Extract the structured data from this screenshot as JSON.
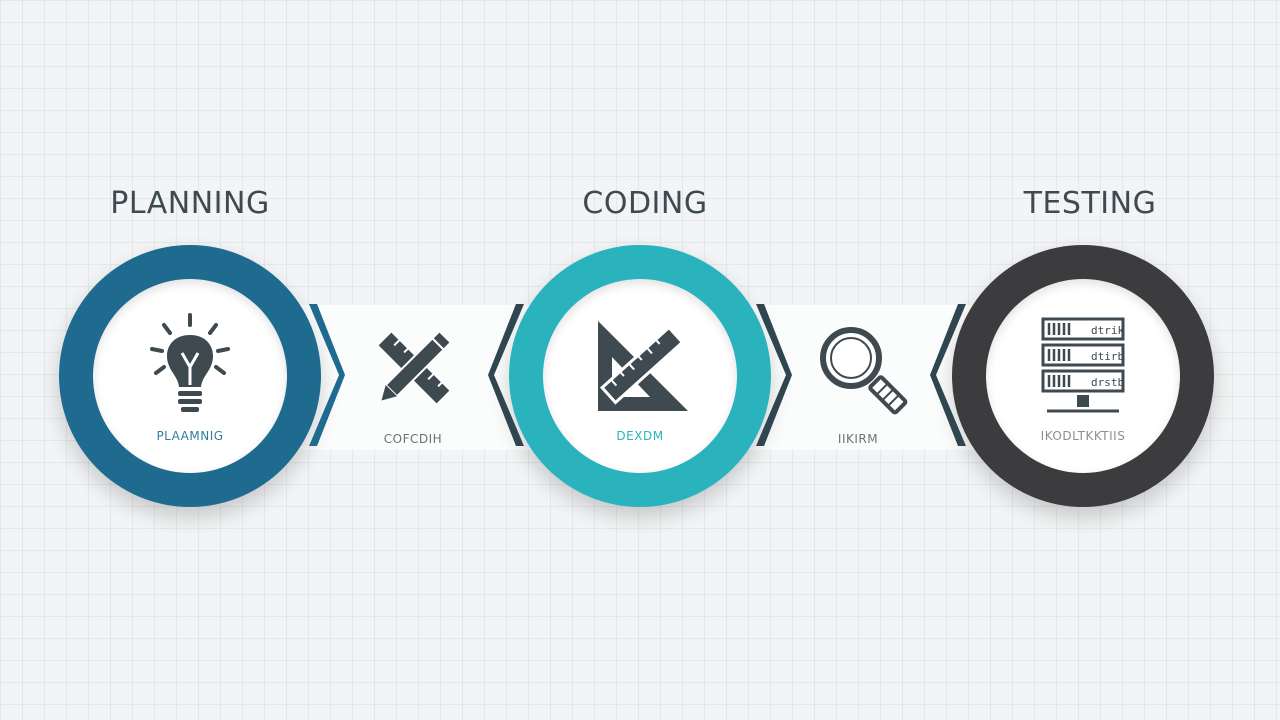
{
  "stages": [
    {
      "title": "PLANNING",
      "label": "PLAAMNIG",
      "color": "#1f6a8f",
      "icon": "lightbulb-icon"
    },
    {
      "title": "CODING",
      "label": "DEXDM",
      "color": "#2bb3bd",
      "icon": "set-square-ruler-icon"
    },
    {
      "title": "TESTING",
      "label": "IKODLTKKTIIS",
      "color": "#3c3c3e",
      "icon": "server-rack-icon"
    }
  ],
  "connectors": [
    {
      "label": "COFCDIH",
      "icon": "pencil-ruler-icon"
    },
    {
      "label": "IIKIRM",
      "icon": "magnifier-icon"
    }
  ],
  "server_rows": [
    "dtrik",
    "dtirb",
    "drstb"
  ]
}
